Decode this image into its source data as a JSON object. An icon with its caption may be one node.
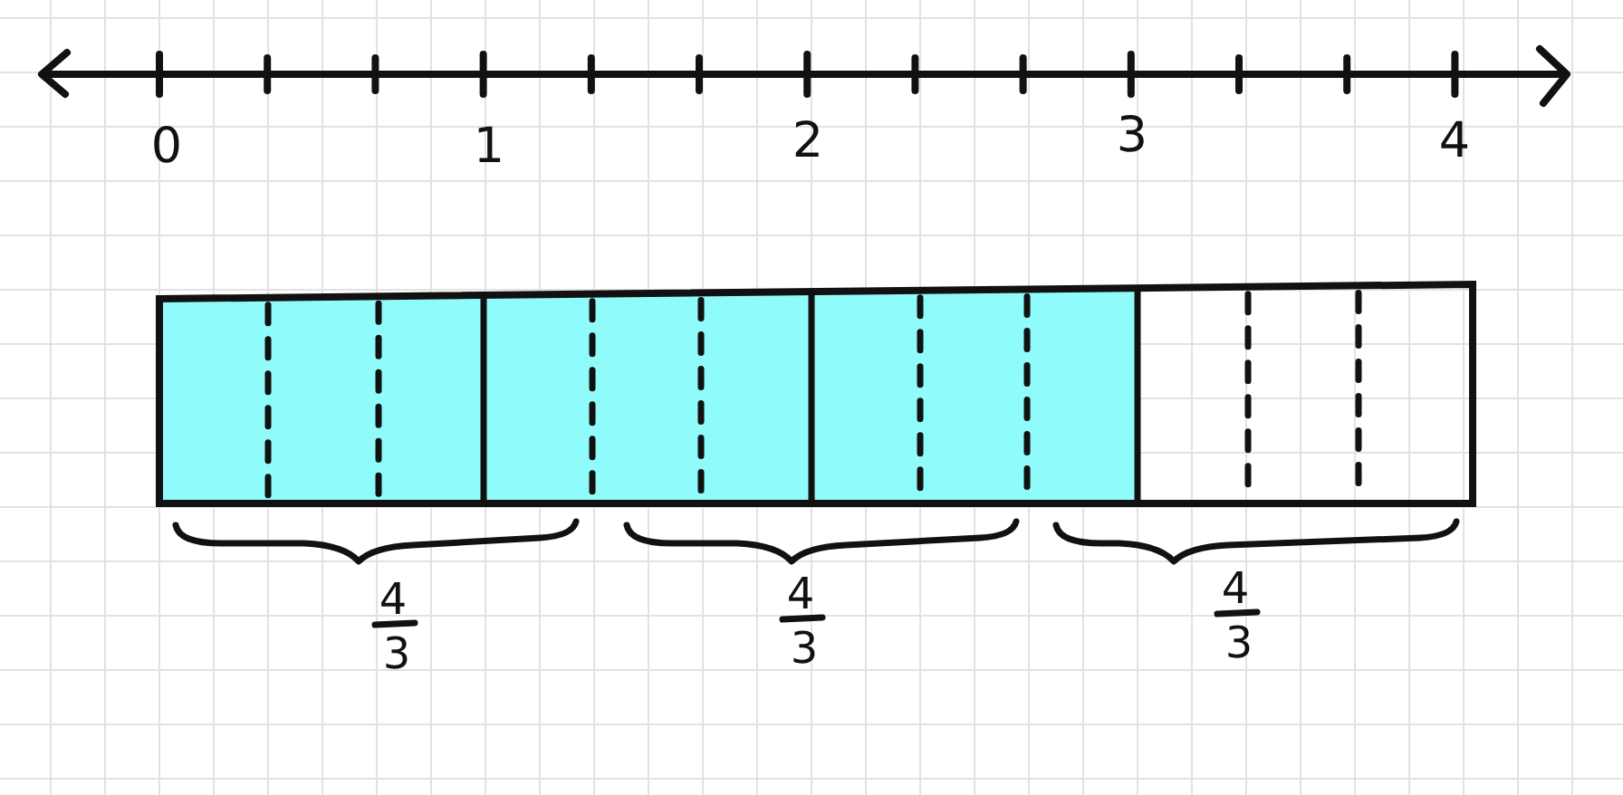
{
  "diagram": {
    "labels": [
      "0",
      "1",
      "2",
      "3",
      "4",
      "4",
      "3",
      "4",
      "3",
      "4",
      "3"
    ]
  }
}
